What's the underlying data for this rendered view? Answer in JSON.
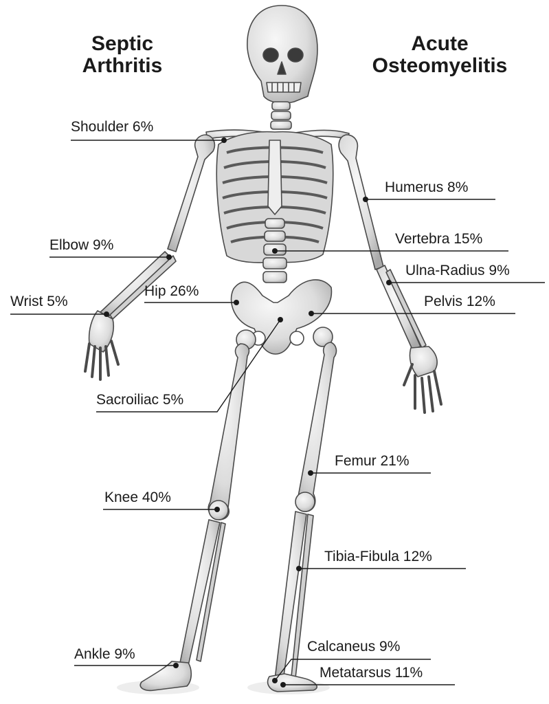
{
  "headings": {
    "septic_arthritis": "Septic\nArthritis",
    "acute_osteomyelitis": "Acute\nOsteomyelitis"
  },
  "labels": {
    "shoulder": "Shoulder 6%",
    "elbow": "Elbow 9%",
    "wrist": "Wrist 5%",
    "hip": "Hip 26%",
    "sacroiliac": "Sacroiliac 5%",
    "knee": "Knee 40%",
    "ankle": "Ankle 9%",
    "humerus": "Humerus 8%",
    "vertebra": "Vertebra 15%",
    "ulna_radius": "Ulna-Radius 9%",
    "pelvis": "Pelvis 12%",
    "femur": "Femur 21%",
    "tibia_fibula": "Tibia-Fibula 12%",
    "calcaneus": "Calcaneus 9%",
    "metatarsus": "Metatarsus 11%"
  },
  "colors": {
    "text": "#1a1a1a",
    "bone_fill": "#e6e6e6",
    "bone_stroke": "#4a4a4a",
    "bone_shadow": "#9a9a9a"
  }
}
